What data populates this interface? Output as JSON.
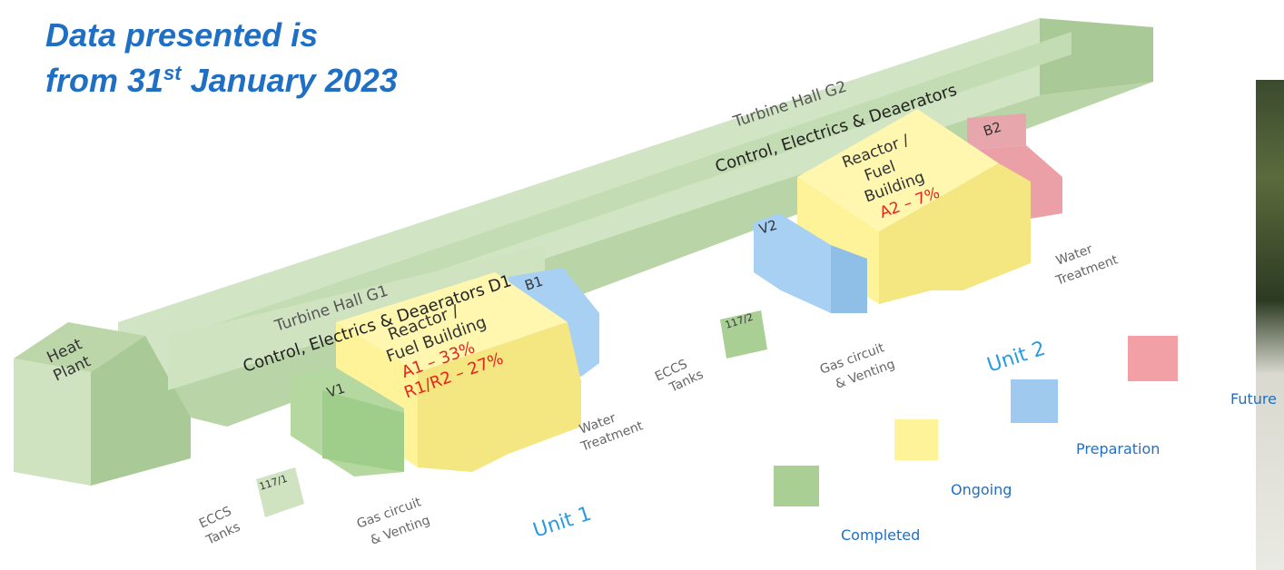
{
  "title": {
    "line1": "Data presented is",
    "line2_prefix": "from 31",
    "line2_sup": "st",
    "line2_suffix": " January 2023"
  },
  "buildings": {
    "heat_plant": "Heat\nPlant",
    "turbine_g1": "Turbine Hall G1",
    "control_d1": "Control, Electrics & Deaerators D1",
    "turbine_g2": "Turbine Hall G2",
    "control_g2": "Control, Electrics & Deaerators",
    "reactor1_title": "Reactor /\nFuel Building",
    "reactor1_a": "A1 – 33%",
    "reactor1_r": "R1/R2 – 27%",
    "reactor2_title": "Reactor /\nFuel\nBuilding",
    "reactor2_a": "A2 – 7%",
    "b1": "B1",
    "b2": "B2",
    "v1": "V1",
    "v2": "V2",
    "t1171": "117/1",
    "t1172": "117/2"
  },
  "labels": {
    "eccs1": "ECCS\nTanks",
    "eccs2": "ECCS\nTanks",
    "gas1": "Gas circuit\n& Venting",
    "gas2": "Gas circuit\n& Venting",
    "water1": "Water\nTreatment",
    "water2": "Water\nTreatment",
    "unit1": "Unit 1",
    "unit2": "Unit 2"
  },
  "legend": [
    {
      "label": "Completed",
      "color": "#a9cf94"
    },
    {
      "label": "Ongoing",
      "color": "#fff39a"
    },
    {
      "label": "Preparation",
      "color": "#9fc9ee"
    },
    {
      "label": "Future",
      "color": "#f2a0a6"
    }
  ],
  "colors": {
    "completed": "#cfe3c0",
    "ongoing": "#fff39a",
    "preparation": "#a8d0f2",
    "future": "#eaa0a6",
    "text_blue": "#1f6fc4",
    "percent_red": "#e5241c"
  }
}
